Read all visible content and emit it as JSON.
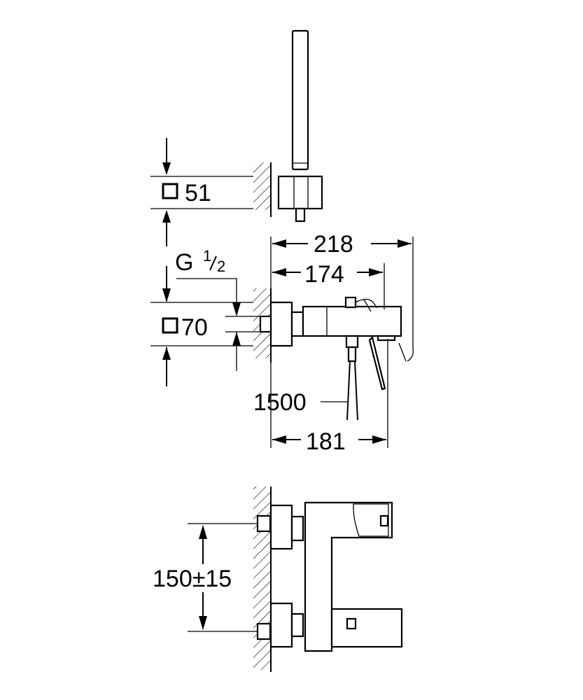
{
  "diagram": {
    "dimensions": {
      "top_square_size": "51",
      "mid_square_size": "70",
      "thread_label": "G",
      "thread_fraction_num": "1",
      "thread_fraction_den": "2",
      "overall_depth": "218",
      "body_depth": "174",
      "hose_length": "1500",
      "lower_depth": "181",
      "centers": "150±15"
    },
    "icons": {
      "square_symbol": "square-dimension-icon",
      "wall_hatch": "wall-hatch-icon"
    }
  }
}
